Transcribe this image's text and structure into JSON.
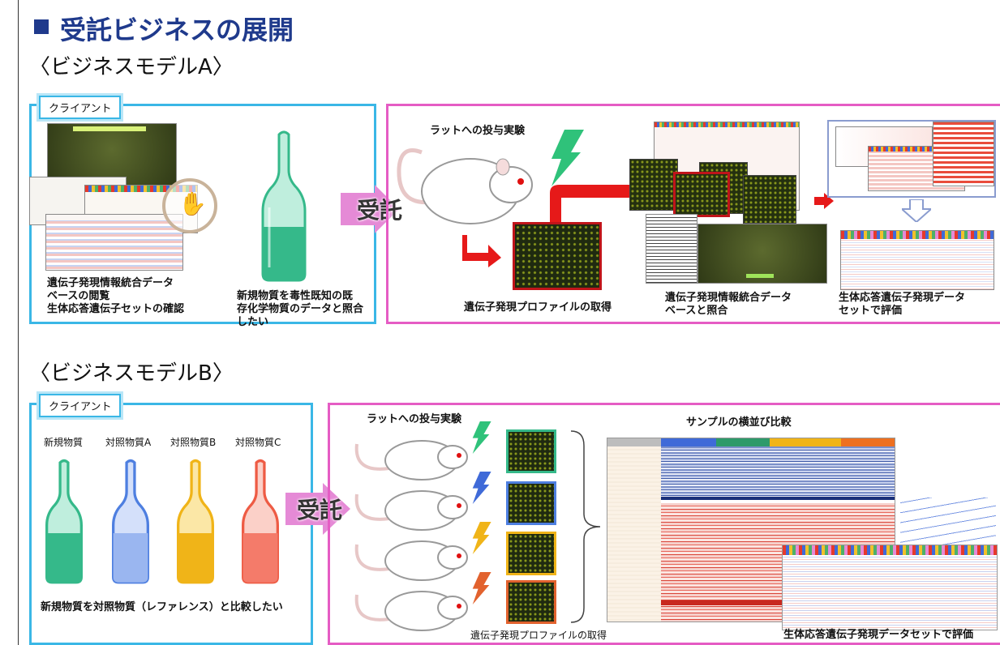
{
  "title": "受託ビジネスの展開",
  "model_a": {
    "heading": "〈ビジネスモデルA〉",
    "client_label": "クライアント",
    "client_text_1": "遺伝子発現情報統合データ\nベースの閲覧\n生体応答遺伝子セットの確認",
    "client_text_2": "新規物質を毒性既知の既\n存化学物質のデータと照合\nしたい",
    "entrust_label": "受託",
    "rat_label": "ラットへの投与実験",
    "profile_label": "遺伝子発現プロファイルの取得",
    "db_label": "遺伝子発現情報統合データ\nベースと照合",
    "eval_label": "生体応答遺伝子発現データ\nセットで評価"
  },
  "model_b": {
    "heading": "〈ビジネスモデルB〉",
    "client_label": "クライアント",
    "substances": [
      "新規物質",
      "対照物質A",
      "対照物質B",
      "対照物質C"
    ],
    "client_text": "新規物質を対照物質（レファレンス）と比較したい",
    "entrust_label": "受託",
    "rat_label": "ラットへの投与実験",
    "compare_label": "サンプルの横並び比較",
    "profile_label": "遺伝子発現プロファイルの取得",
    "eval_label": "生体応答遺伝子発現データセットで評価"
  },
  "colors": {
    "client_frame": "#3ab7e6",
    "service_frame": "#e55cc4",
    "entrust_arrow": "#e58ad6",
    "flow_arrow": "#e61919",
    "ampoule_new": "#35b98a",
    "ampoule_a": "#4e7fe0",
    "ampoule_b": "#f0b418",
    "ampoule_c": "#ee5b44"
  }
}
